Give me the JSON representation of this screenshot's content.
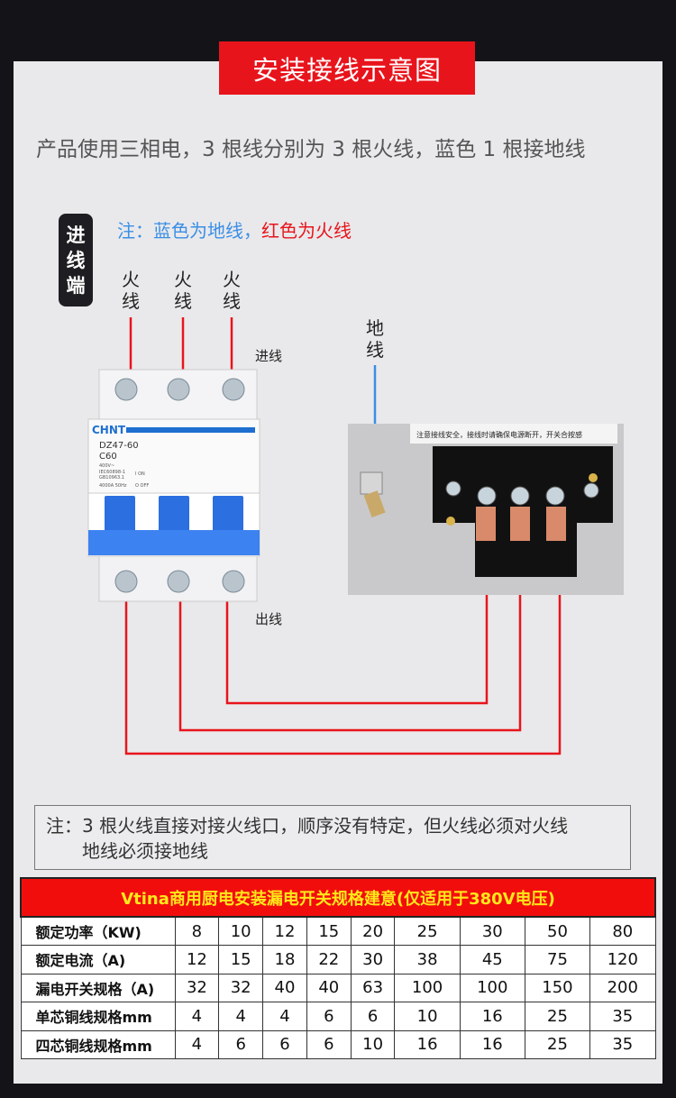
{
  "title": "安装接线示意图",
  "subtitle": "产品使用三相电，3 根线分别为 3 根火线，蓝色 1 根接地线",
  "tag": "进线端",
  "legend": {
    "blue_text": "注：蓝色为地线，",
    "red_text": "红色为火线"
  },
  "live_labels": [
    "火线",
    "火线",
    "火线"
  ],
  "ground_label": "地线",
  "in_label": "进线",
  "out_label": "出线",
  "breaker": {
    "brand": "CHNT",
    "model": "DZ47-60",
    "rating": "C60",
    "voltage": "400V~",
    "std1": "IEC60898-1",
    "std2": "GB10963.1",
    "spec": "4000A 50Hz",
    "on": "I ON",
    "off": "O OFF"
  },
  "photo_warning": "注意接线安全，接线时请确保电源断开，开关合按感",
  "note": {
    "line1": "注：3 根火线直接对接火线口，顺序没有特定，但火线必须对火线",
    "line2": "地线必须接地线"
  },
  "table": {
    "header": "Vtina商用厨电安装漏电开关规格建意(仅适用于380V电压)",
    "rows": [
      {
        "label": "额定功率（KW)",
        "values": [
          "8",
          "10",
          "12",
          "15",
          "20",
          "25",
          "30",
          "50",
          "80"
        ]
      },
      {
        "label": "额定电流（A)",
        "values": [
          "12",
          "15",
          "18",
          "22",
          "30",
          "38",
          "45",
          "75",
          "120"
        ]
      },
      {
        "label": "漏电开关规格（A)",
        "values": [
          "32",
          "32",
          "40",
          "40",
          "63",
          "100",
          "100",
          "150",
          "200"
        ]
      },
      {
        "label": "单芯铜线规格mm",
        "values": [
          "4",
          "4",
          "4",
          "6",
          "6",
          "10",
          "16",
          "25",
          "35"
        ]
      },
      {
        "label": "四芯铜线规格mm",
        "values": [
          "4",
          "6",
          "6",
          "6",
          "10",
          "16",
          "16",
          "25",
          "35"
        ]
      }
    ]
  },
  "colors": {
    "red": "#e8141c",
    "blue": "#3a8ee6",
    "yellow": "#ffe81a",
    "dark": "#141418"
  }
}
